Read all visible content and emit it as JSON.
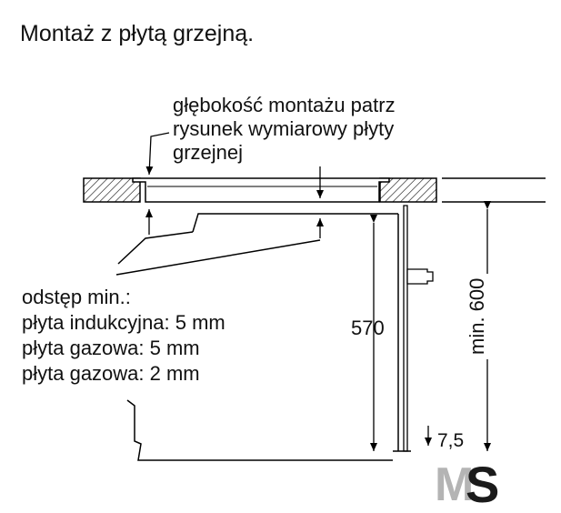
{
  "title": "Montaż z płytą grzejną.",
  "mounting_note": {
    "lines": [
      "głębokość montażu patrz",
      "rysunek wymiarowy płyty",
      "grzejnej"
    ]
  },
  "clearance_note": {
    "lines": [
      "odstęp min.:",
      "płyta indukcyjna: 5 mm",
      "płyta gazowa: 5 mm",
      "płyta gazowa: 2 mm"
    ]
  },
  "dimensions": {
    "height": "570",
    "min_height": "min. 600",
    "offset": "7,5"
  },
  "colors": {
    "line": "#000000",
    "logo_gray": "#b4b4b4",
    "logo_dark": "#1a1a1a"
  }
}
